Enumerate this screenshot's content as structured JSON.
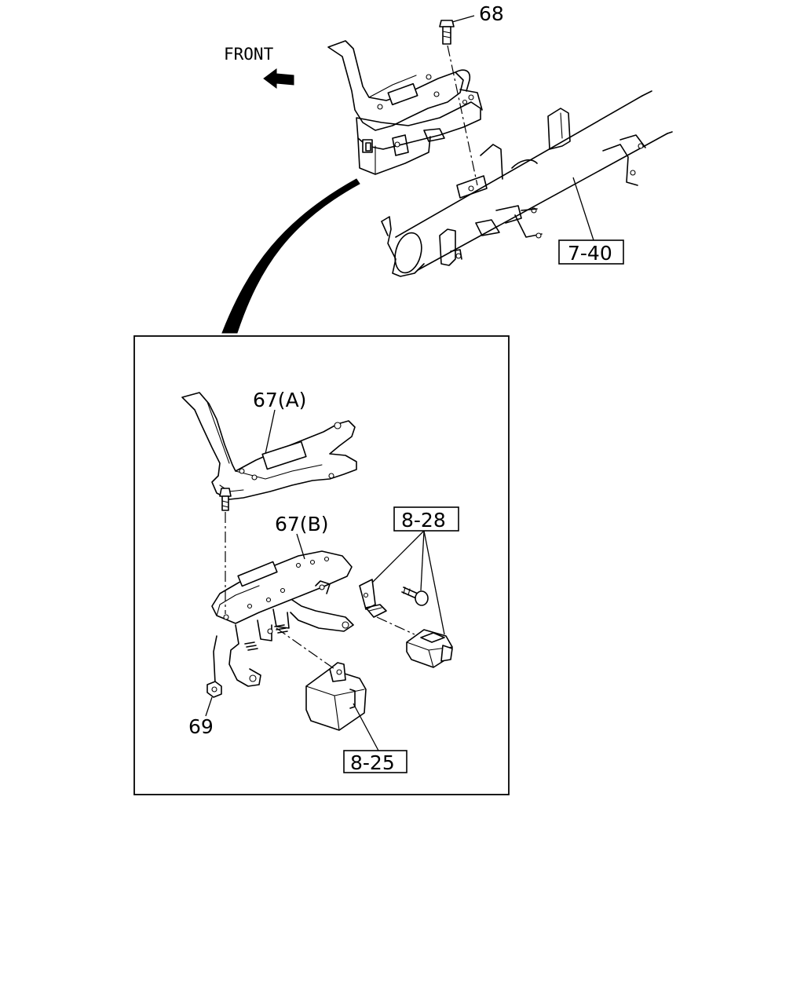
{
  "direction": {
    "label": "FRONT",
    "icon": "arrow-left-icon"
  },
  "callouts": {
    "bolt_top": "68",
    "nut_bottom": "69",
    "bracket_upper": "67(A)",
    "bracket_lower": "67(B)",
    "ref_crossbar": "7-40",
    "ref_sensor": "8-28",
    "ref_module": "8-25"
  },
  "colors": {
    "line": "#000000",
    "background": "#ffffff"
  }
}
